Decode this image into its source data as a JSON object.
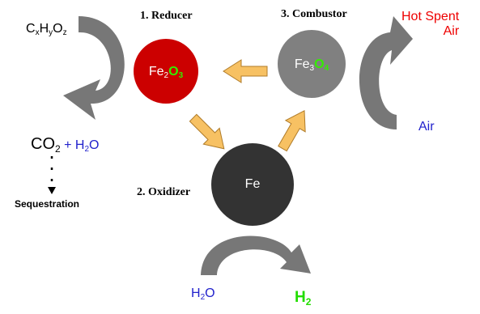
{
  "colors": {
    "reducer_fill": "#cc0000",
    "combustor_fill": "#808080",
    "oxidizer_fill": "#333333",
    "flow_arrow_fill": "#f7c163",
    "flow_arrow_stroke": "#b07c2a",
    "gray_arrow": "#777777",
    "oxygen_green": "#33ee00",
    "h2_green": "#22dd00",
    "blue_text": "#2222cc",
    "red_text": "#ee0000"
  },
  "stages": {
    "reducer": "1. Reducer",
    "oxidizer": "2. Oxidizer",
    "combustor": "3. Combustor"
  },
  "reducer": {
    "fe": "Fe",
    "fe_sub": "2",
    "o": "O",
    "o_sub": "3"
  },
  "combustor": {
    "fe": "Fe",
    "fe_sub": "3",
    "o": "O",
    "o_sub": "4"
  },
  "oxidizer": {
    "fe": "Fe"
  },
  "fuel": {
    "c": "C",
    "x": "x",
    "h": "H",
    "y": "y",
    "o": "O",
    "z": "z"
  },
  "products": {
    "co": "CO",
    "co_sub": "2",
    "plus": "+ H",
    "h_sub": "2",
    "o": "O"
  },
  "sequestration": "Sequestration",
  "air": {
    "hot_spent_line1": "Hot Spent",
    "hot_spent_line2": "Air",
    "air": "Air"
  },
  "water": {
    "h": "H",
    "h_sub": "2",
    "o": "O"
  },
  "hydrogen": {
    "h": "H",
    "sub": "2"
  }
}
